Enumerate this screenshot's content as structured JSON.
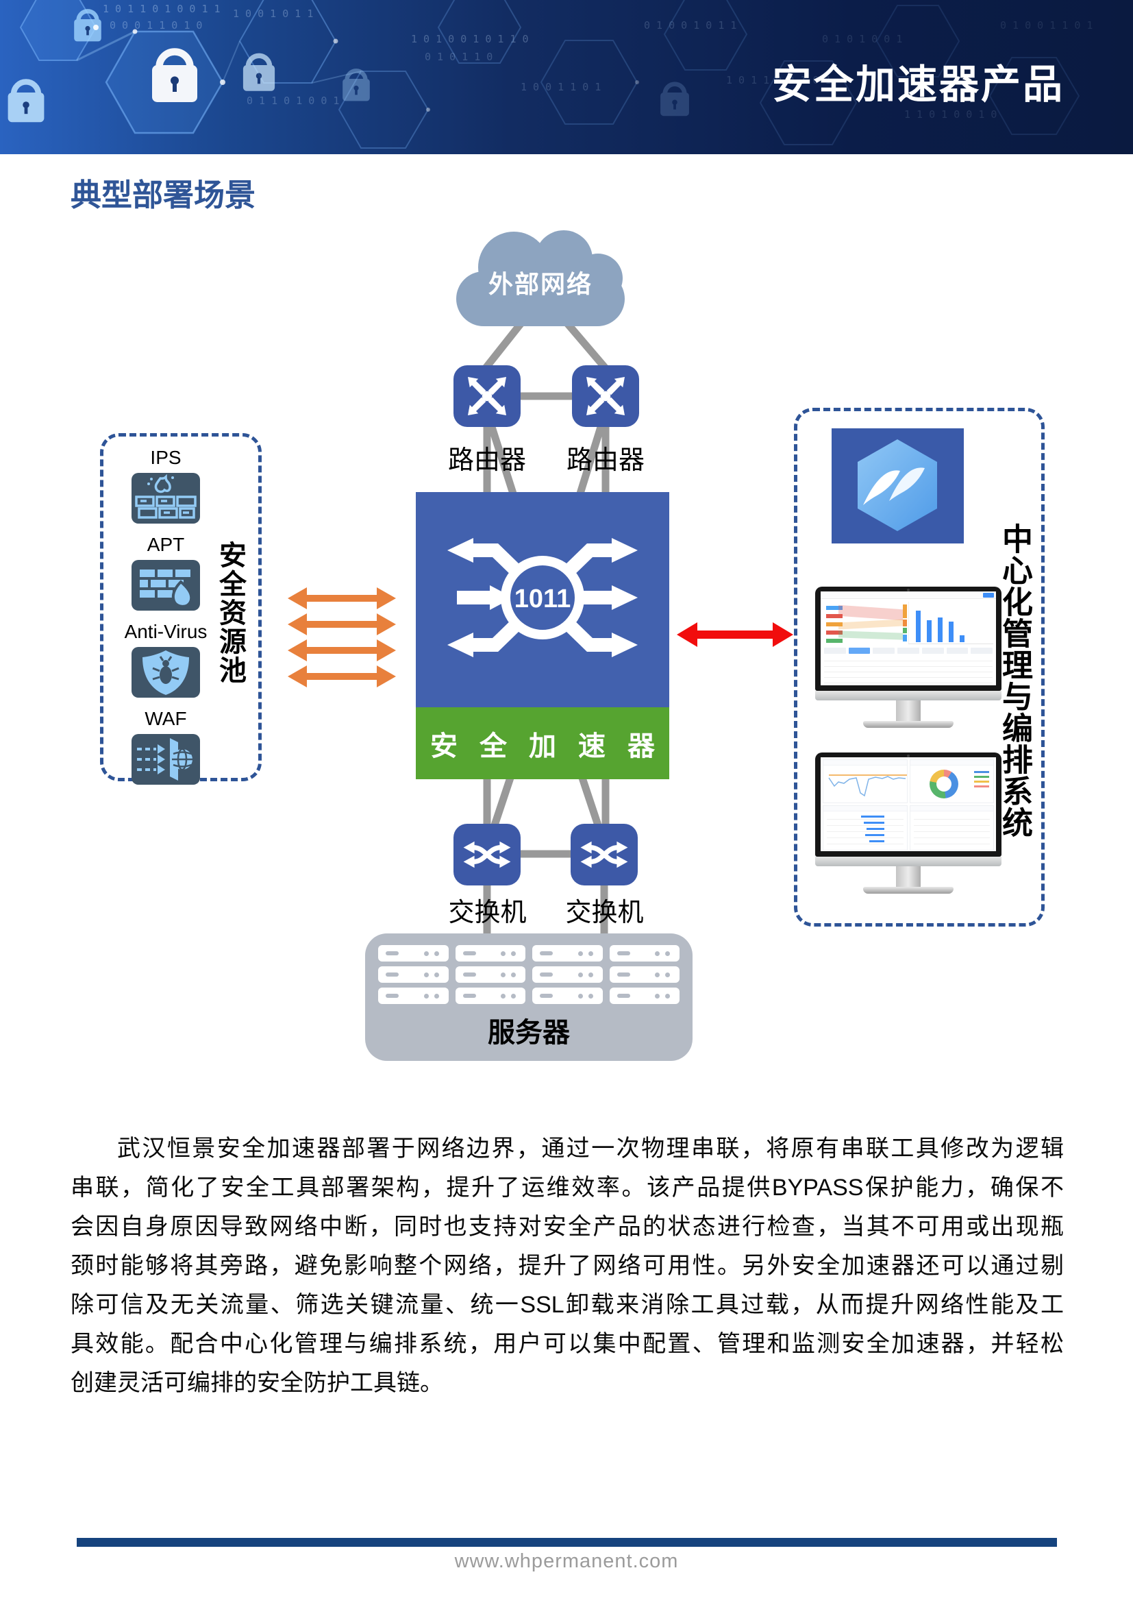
{
  "banner": {
    "title": "安全加速器产品"
  },
  "section": {
    "heading": "典型部署场景"
  },
  "diagram": {
    "external_network_label": "外部网络",
    "routers": [
      "路由器",
      "路由器"
    ],
    "accelerator": {
      "code": "1011",
      "label": "安全加速器"
    },
    "switches": [
      "交换机",
      "交换机"
    ],
    "servers_label": "服务器",
    "resource_pool": {
      "vertical_title": "安全资源池",
      "items": [
        {
          "label": "IPS",
          "icon": "firewall-fire-icon"
        },
        {
          "label": "APT",
          "icon": "brick-wall-flame-icon"
        },
        {
          "label": "Anti-Virus",
          "icon": "shield-bug-icon"
        },
        {
          "label": "WAF",
          "icon": "gateway-globe-arrows-icon"
        }
      ]
    },
    "management_system": {
      "vertical_title": "中心化管理与编排系统"
    },
    "colors": {
      "node_blue": "#3d59a7",
      "accelerator_blue": "#4261ae",
      "accelerator_green": "#56a430",
      "cloud_gray": "#8da4c0",
      "link_gray": "#999999",
      "orange_arrow": "#e8803c",
      "red_arrow": "#f10d0d",
      "dashed_border_blue": "#2e5497",
      "heading_blue": "#2f5597",
      "footer_bar_blue": "#15437e"
    }
  },
  "body_paragraph": {
    "lines": [
      "武汉恒景安全加速器部署于网络边界，通过一次物理串联，将原有串联工具修改为逻辑",
      "串联，简化了安全工具部署架构，提升了运维效率。该产品提供BYPASS保护能力，确保不",
      "会因自身原因导致网络中断，同时也支持对安全产品的状态进行检查，当其不可用或出现瓶",
      "颈时能够将其旁路，避免影响整个网络，提升了网络可用性。另外安全加速器还可以通过剔",
      "除可信及无关流量、筛选关键流量、统一SSL卸载来消除工具过载，从而提升网络性能及工",
      "具效能。配合中心化管理与编排系统，用户可以集中配置、管理和监测安全加速器，并轻松",
      "创建灵活可编排的安全防护工具链。"
    ]
  },
  "footer": {
    "url": "www.whpermanent.com"
  }
}
